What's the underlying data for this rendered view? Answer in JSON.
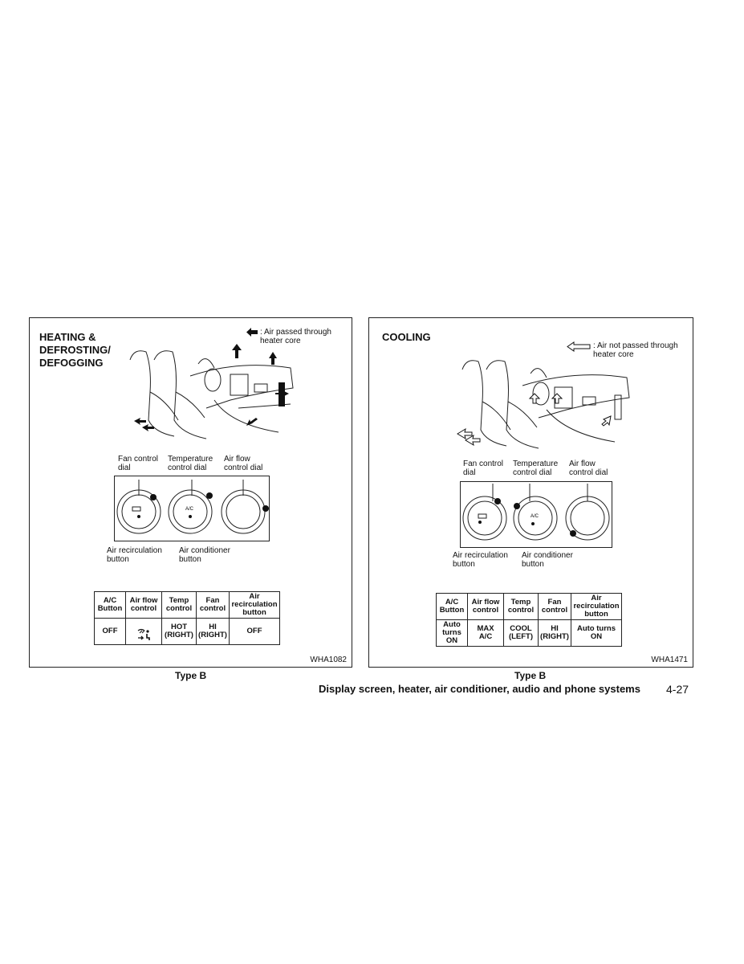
{
  "left_figure": {
    "title": "HEATING &\nDEFROSTING/\nDEFOGGING",
    "legend_text": ": Air passed through\nheater core",
    "labels": {
      "fan_dial": "Fan control\ndial",
      "temp_dial": "Temperature\ncontrol dial",
      "airflow_dial": "Air flow\ncontrol dial",
      "recirc_button": "Air recirculation\nbutton",
      "ac_button": "Air conditioner\nbutton"
    },
    "dial_center_label": "A/C",
    "table": {
      "headers": [
        "A/C\nButton",
        "Air flow\ncontrol",
        "Temp\ncontrol",
        "Fan\ncontrol",
        "Air\nrecirculation\nbutton"
      ],
      "row": [
        "OFF",
        "",
        "HOT\n(RIGHT)",
        "HI\n(RIGHT)",
        "OFF"
      ]
    },
    "code": "WHA1082",
    "caption": "Type B"
  },
  "right_figure": {
    "title": "COOLING",
    "legend_text": ": Air not passed through\nheater core",
    "labels": {
      "fan_dial": "Fan control\ndial",
      "temp_dial": "Temperature\ncontrol dial",
      "airflow_dial": "Air flow\ncontrol dial",
      "recirc_button": "Air recirculation\nbutton",
      "ac_button": "Air conditioner\nbutton"
    },
    "dial_center_label": "A/C",
    "table": {
      "headers": [
        "A/C\nButton",
        "Air flow\ncontrol",
        "Temp\ncontrol",
        "Fan\ncontrol",
        "Air\nrecirculation\nbutton"
      ],
      "row": [
        "Auto\nturns\nON",
        "MAX\nA/C",
        "COOL\n(LEFT)",
        "HI\n(RIGHT)",
        "Auto turns\nON"
      ]
    },
    "code": "WHA1471",
    "caption": "Type B"
  },
  "footer": {
    "section_title": "Display screen, heater, air conditioner, audio and phone systems",
    "page_number": "4-27"
  }
}
